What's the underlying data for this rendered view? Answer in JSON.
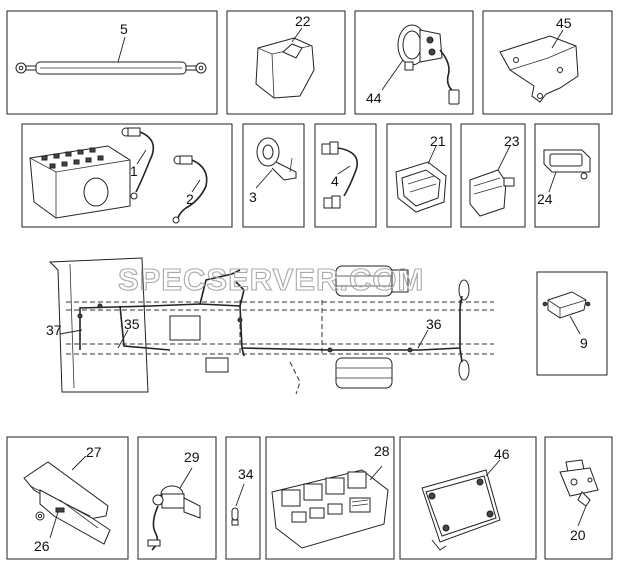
{
  "watermark": "SPECSERVER.COM",
  "callouts": {
    "p1": "1",
    "p2": "2",
    "p3": "3",
    "p4": "4",
    "p5": "5",
    "p9": "9",
    "p20": "20",
    "p21": "21",
    "p22": "22",
    "p23": "23",
    "p24": "24",
    "p26": "26",
    "p27": "27",
    "p28": "28",
    "p29": "29",
    "p34": "34",
    "p35": "35",
    "p36": "36",
    "p37": "37",
    "p44": "44",
    "p45": "45",
    "p46": "46"
  }
}
